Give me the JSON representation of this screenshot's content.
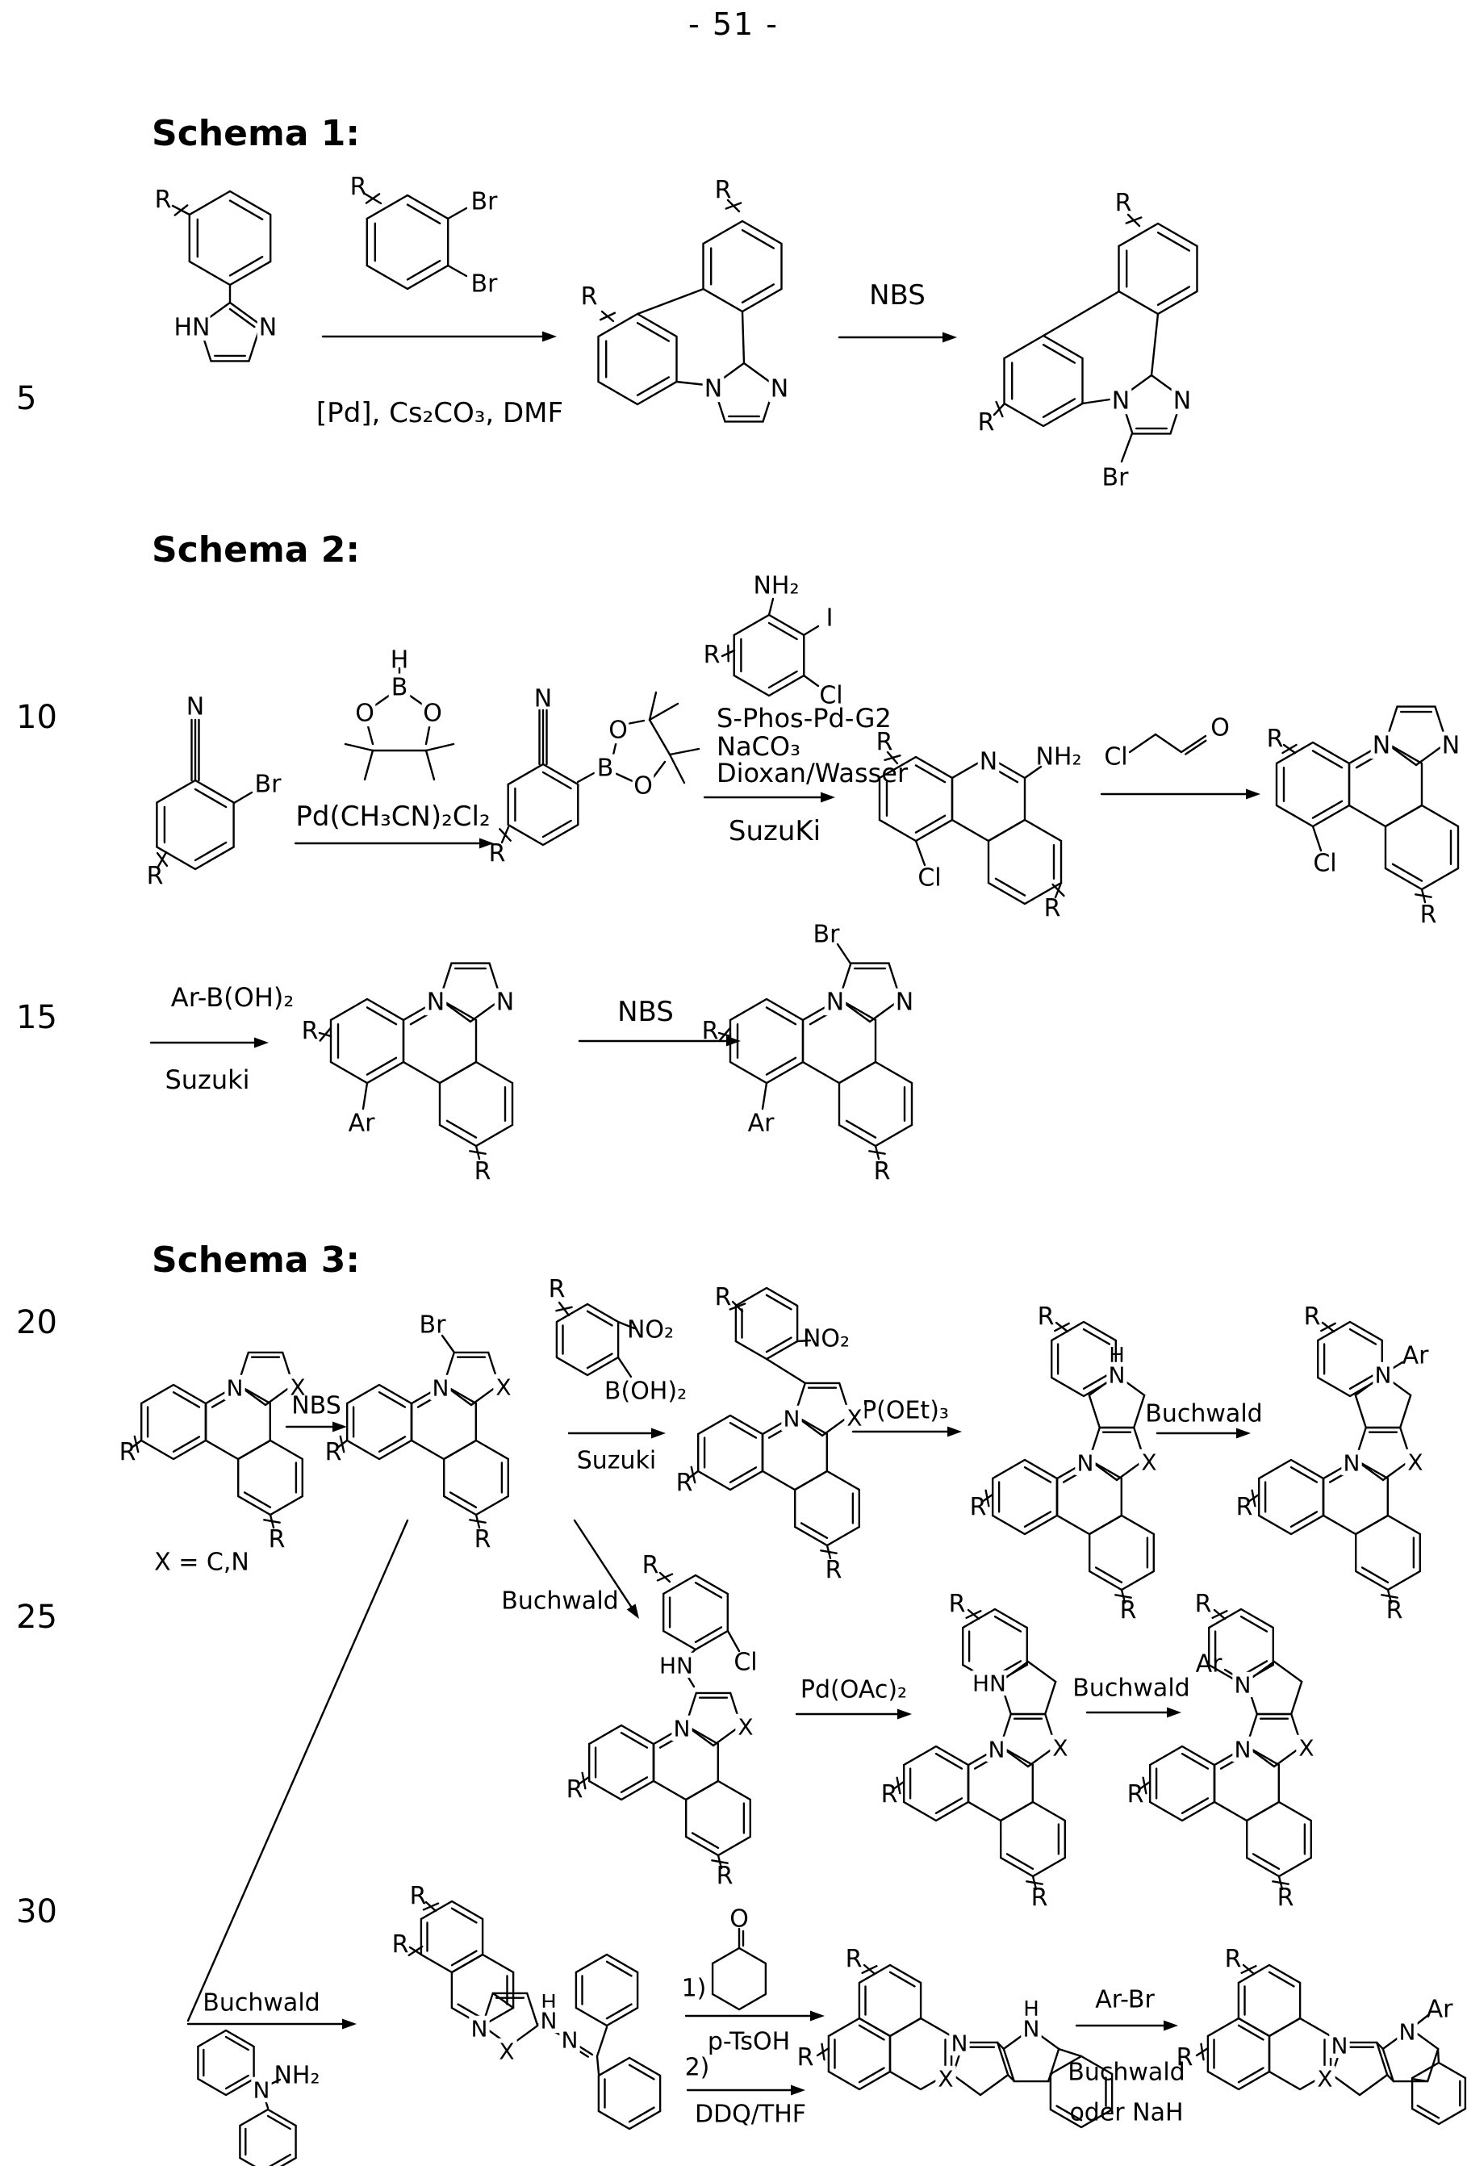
{
  "page": {
    "number": "- 51 -",
    "line_numbers": [
      "5",
      "10",
      "15",
      "20",
      "25",
      "30"
    ]
  },
  "atoms": {
    "r": "R",
    "n": "N",
    "hn": "HN",
    "nh2": "NH₂",
    "br": "Br",
    "cl": "Cl",
    "i": "I",
    "o": "O",
    "b": "B",
    "h": "H",
    "x": "X",
    "ar": "Ar",
    "no2": "NO₂",
    "boh2": "B(OH)₂"
  },
  "schema1": {
    "title": "Schema 1:",
    "step1": "[Pd], Cs₂CO₃, DMF",
    "step2": "NBS"
  },
  "schema2": {
    "title": "Schema 2:",
    "step1": "Pd(CH₃CN)₂Cl₂",
    "step2_line1": "S-Phos-Pd-G2",
    "step2_line2": "NaCO₃",
    "step2_line3": "Dioxan/Wasser",
    "step2_below": "SuzuKi",
    "step4_above": "Ar-B(OH)₂",
    "step4_below": "Suzuki",
    "step5": "NBS"
  },
  "schema3": {
    "title": "Schema 3:",
    "x_note": "X = C,N",
    "nbs": "NBS",
    "suzuki": "Suzuki",
    "poet": "P(OEt)₃",
    "buchwald": "Buchwald",
    "pdoac": "Pd(OAc)₂",
    "step1": "1)",
    "ptsoh": "p-TsOH",
    "step2": "2)",
    "ddq": "DDQ/THF",
    "arbr": "Ar-Br",
    "oder_nah": "oder NaH"
  }
}
